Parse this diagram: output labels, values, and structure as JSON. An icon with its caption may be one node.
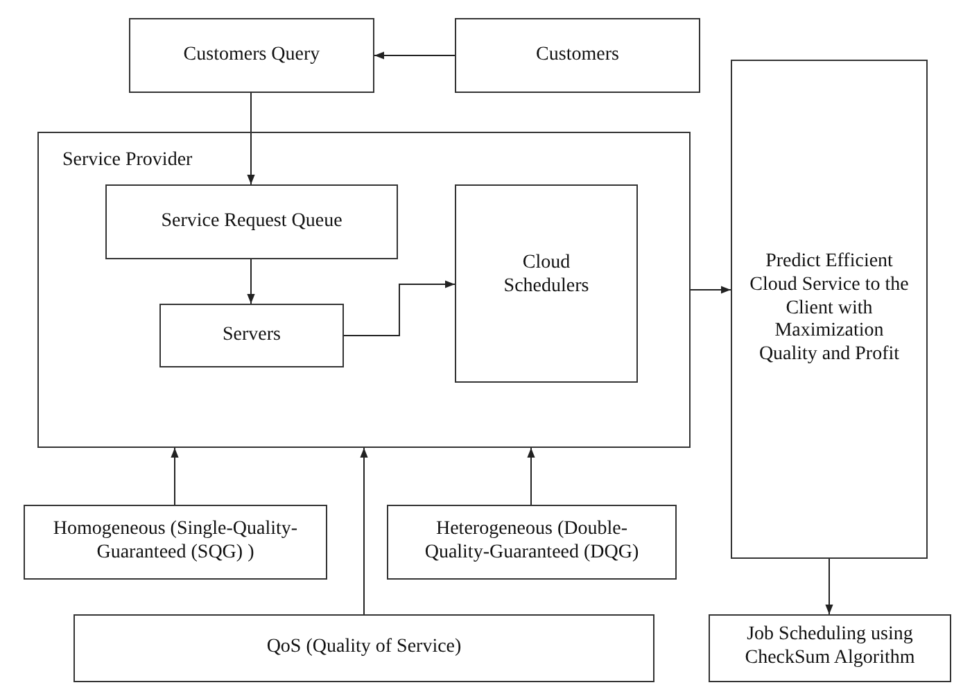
{
  "diagram": {
    "nodes": [
      {
        "text": [
          "Customers Query"
        ]
      },
      {
        "text": [
          "Customers"
        ]
      },
      {
        "text": [
          "Service Provider"
        ]
      },
      {
        "text": [
          "Service Request Queue"
        ],
        "in": 2
      },
      {
        "text": [
          "Servers"
        ],
        "in": 2
      },
      {
        "text": [
          "Cloud Schedulers"
        ],
        "in": 2
      },
      {
        "text": [
          "Predict Efficient Cloud Service to the Client with Maximization Quality and Profit"
        ]
      },
      {
        "text": [
          "Homogeneous (Single-Quality-Guaranteed (SQG) )"
        ]
      },
      {
        "text": [
          "Heterogeneous (Double-Quality-Guaranteed (DQG)"
        ]
      },
      {
        "text": [
          "QoS (Quality of Service)"
        ]
      },
      {
        "text": [
          "Job Scheduling using CheckSum Algorithm"
        ]
      }
    ],
    "edges": [
      {
        "from": 1,
        "to": 0,
        "arrow": "to"
      },
      {
        "from": 0,
        "to": 3,
        "arrow": "to"
      },
      {
        "from": 3,
        "to": 4,
        "arrow": "to"
      },
      {
        "from": 4,
        "to": 5,
        "arrow": "to"
      },
      {
        "from": 2,
        "to": 6,
        "arrow": "to"
      },
      {
        "from": 7,
        "to": 2,
        "arrow": "to"
      },
      {
        "from": 9,
        "to": 2,
        "arrow": "to"
      },
      {
        "from": 8,
        "to": 2,
        "arrow": "to"
      },
      {
        "from": 6,
        "to": 10,
        "arrow": "to"
      }
    ]
  }
}
